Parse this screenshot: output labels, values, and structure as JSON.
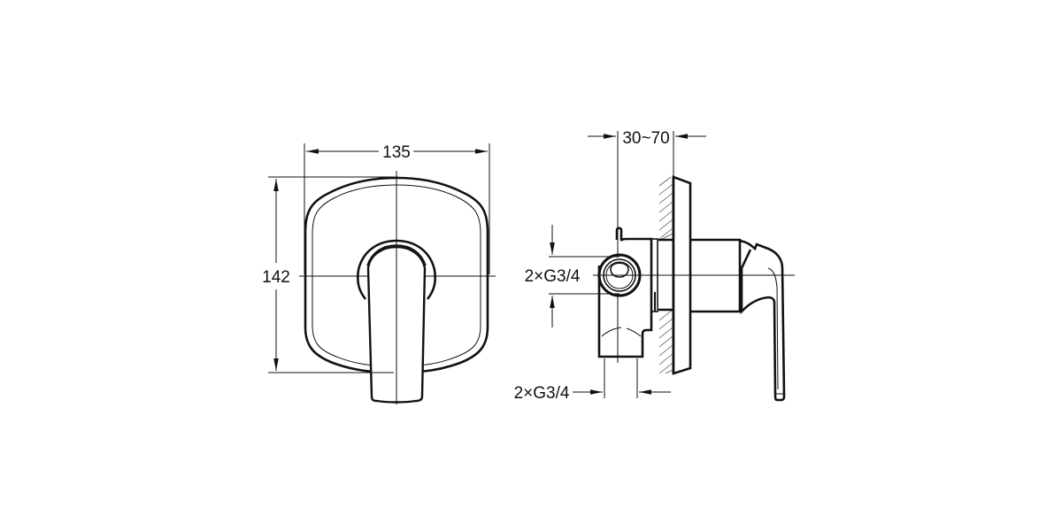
{
  "drawing": {
    "type": "technical-dimension-drawing",
    "subject": "concealed single-lever shower mixer",
    "front_view": {
      "width_label": "135",
      "height_label": "142"
    },
    "side_view": {
      "depth_range_label": "30~70",
      "inlet_label": "2×G3/4",
      "outlet_label": "2×G3/4"
    },
    "colors": {
      "line": "#111111",
      "background": "#ffffff",
      "hatch": "#555555"
    }
  }
}
